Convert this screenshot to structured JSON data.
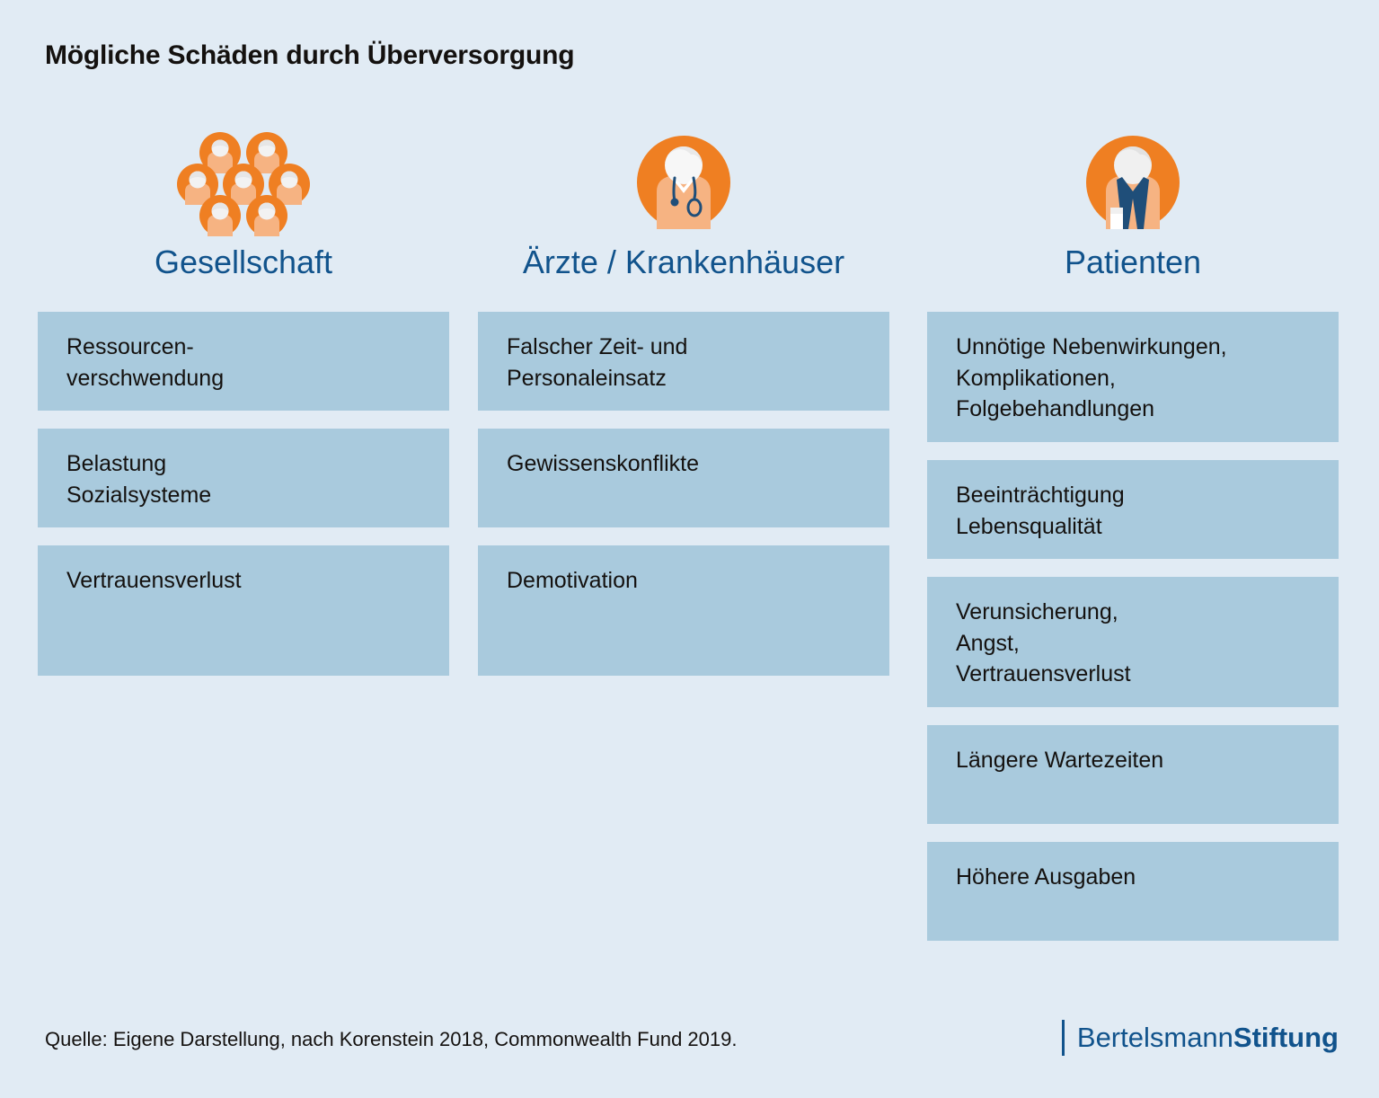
{
  "title": "Mögliche Schäden durch Überversorgung",
  "colors": {
    "background": "#e1ebf4",
    "box_fill": "#a9cadd",
    "heading_blue": "#11538c",
    "icon_orange": "#ef7f22",
    "icon_skin": "#f4b183",
    "icon_dark_blue": "#1f4e79",
    "text_black": "#14110f"
  },
  "columns": [
    {
      "id": "gesellschaft",
      "icon": "group-of-people-icon",
      "heading": "Gesellschaft",
      "items": [
        "Ressourcen-\nverschwendung",
        "Belastung\nSozialsysteme",
        "Vertrauensverlust"
      ]
    },
    {
      "id": "aerzte-krankenhaeuser",
      "icon": "doctor-icon",
      "heading": "Ärzte / Krankenhäuser",
      "items": [
        "Falscher Zeit- und\nPersonaleinsatz",
        "Gewissenskonflikte",
        "Demotivation"
      ]
    },
    {
      "id": "patienten",
      "icon": "patient-icon",
      "heading": "Patienten",
      "items": [
        "Unnötige Nebenwirkungen,\nKomplikationen,\nFolgebehandlungen",
        "Beeinträchtigung\nLebensqualität",
        "Verunsicherung,\nAngst,\nVertrauensverlust",
        "Längere Wartezeiten",
        "Höhere Ausgaben"
      ]
    }
  ],
  "footer": {
    "source": "Quelle: Eigene Darstellung, nach Korenstein 2018, Commonwealth Fund 2019.",
    "logo_regular": "Bertelsmann",
    "logo_bold": "Stiftung"
  }
}
